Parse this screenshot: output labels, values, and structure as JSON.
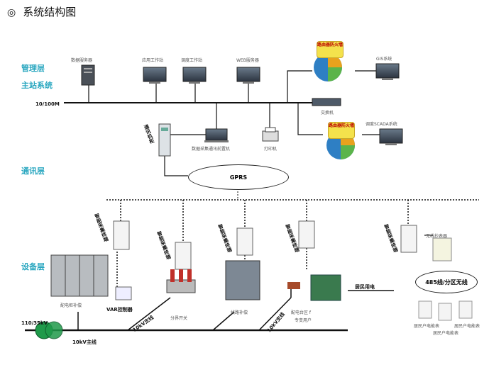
{
  "title": "系统结构图",
  "layers": {
    "management": "管理层",
    "master": "主站系统",
    "communication": "通讯层",
    "device": "设备层"
  },
  "network": {
    "lan_speed": "10/100M",
    "switch": "交换机",
    "gprs": "GPRS"
  },
  "servers": {
    "db_server": "数据服务器",
    "app_workstation": "应用工作站",
    "dispatch_workstation": "调度工作站",
    "web_server": "WEB服务器",
    "gis_system": "GIS系统",
    "scada_system": "调度SCADA系统",
    "comm_server": "数据采集通讯前置机",
    "printer": "打印机",
    "cabinet": "通讯机柜",
    "firewall": "路由器防火墙"
  },
  "devices": {
    "terminal": "智能采集终端",
    "capacitor_cabinet": "配电柜补偿",
    "var_controller": "VAR控制器",
    "branch_switch": "分界开关",
    "line_compensation": "线路补偿",
    "transformer_area": "配电台区 f",
    "special_user": "专变用户",
    "residential": "居民用电",
    "wireless_collector": "无线抄表器",
    "rs485": "485线/分区无线",
    "resident_meter": "居民户电能表"
  },
  "lines": {
    "voltage": "110/35kV",
    "main_line": "10kV主线",
    "branch_line": "10kV支线"
  }
}
